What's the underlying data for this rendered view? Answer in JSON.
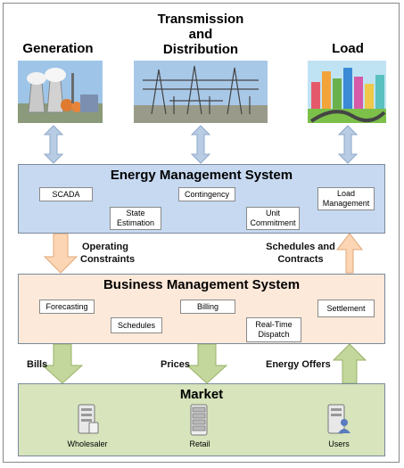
{
  "headers": {
    "generation": "Generation",
    "transmission_l1": "Transmission",
    "transmission_l2": "and",
    "transmission_l3": "Distribution",
    "load": "Load"
  },
  "ems": {
    "title": "Energy Management System",
    "scada": "SCADA",
    "state_l1": "State",
    "state_l2": "Estimation",
    "contingency": "Contingency",
    "unit_l1": "Unit",
    "unit_l2": "Commitment",
    "load_l1": "Load",
    "load_l2": "Management"
  },
  "bms": {
    "title": "Business Management System",
    "forecasting": "Forecasting",
    "schedules": "Schedules",
    "billing": "Billing",
    "rtd_l1": "Real-Time",
    "rtd_l2": "Dispatch",
    "settlement": "Settlement"
  },
  "market": {
    "title": "Market",
    "wholesaler": "Wholesaler",
    "retail": "Retail",
    "users": "Users"
  },
  "flows": {
    "operating_l1": "Operating",
    "operating_l2": "Constraints",
    "schedules_l1": "Schedules and",
    "schedules_l2": "Contracts",
    "bills": "Bills",
    "prices": "Prices",
    "offers": "Energy Offers"
  },
  "colors": {
    "ems_fill": "#c6d9f1",
    "bms_fill": "#fde9d9",
    "market_fill": "#d7e4bc",
    "blue_arrow": "#b8cce4",
    "peach_arrow": "#fcd5b4",
    "green_arrow": "#c3d69b"
  }
}
